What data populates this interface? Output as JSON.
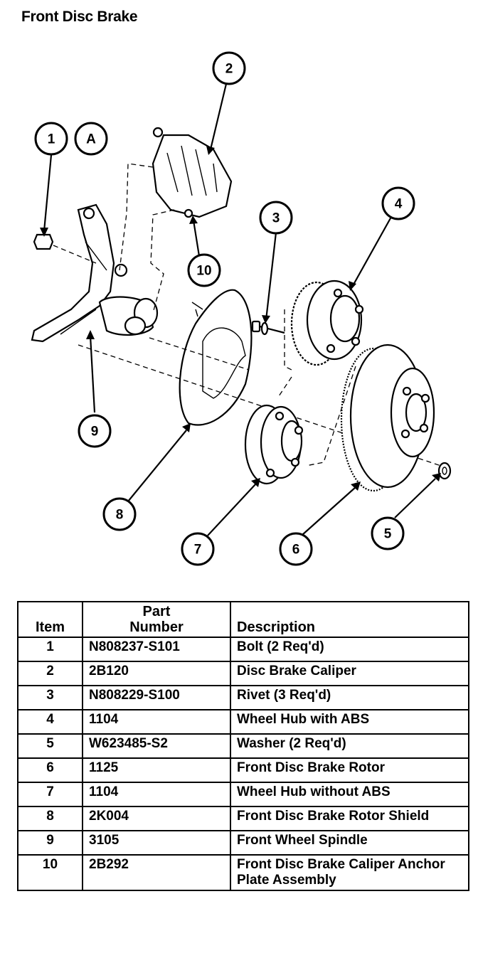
{
  "title": "Front Disc Brake",
  "callouts": [
    "1",
    "A",
    "2",
    "3",
    "4",
    "5",
    "6",
    "7",
    "8",
    "9",
    "10"
  ],
  "table": {
    "headers": {
      "item": "Item",
      "part_number_line1": "Part",
      "part_number_line2": "Number",
      "description": "Description"
    },
    "rows": [
      {
        "item": "1",
        "part_number": "N808237-S101",
        "description": "Bolt (2 Req'd)"
      },
      {
        "item": "2",
        "part_number": "2B120",
        "description": "Disc Brake Caliper"
      },
      {
        "item": "3",
        "part_number": "N808229-S100",
        "description": "Rivet (3 Req'd)"
      },
      {
        "item": "4",
        "part_number": "1104",
        "description": "Wheel Hub with ABS"
      },
      {
        "item": "5",
        "part_number": "W623485-S2",
        "description": "Washer (2 Req'd)"
      },
      {
        "item": "6",
        "part_number": "1125",
        "description": "Front Disc Brake Rotor"
      },
      {
        "item": "7",
        "part_number": "1104",
        "description": "Wheel Hub without ABS"
      },
      {
        "item": "8",
        "part_number": "2K004",
        "description": "Front Disc Brake Rotor Shield"
      },
      {
        "item": "9",
        "part_number": "3105",
        "description": "Front Wheel Spindle"
      },
      {
        "item": "10",
        "part_number": "2B292",
        "description": "Front Disc Brake Caliper Anchor Plate Assembly"
      }
    ]
  }
}
